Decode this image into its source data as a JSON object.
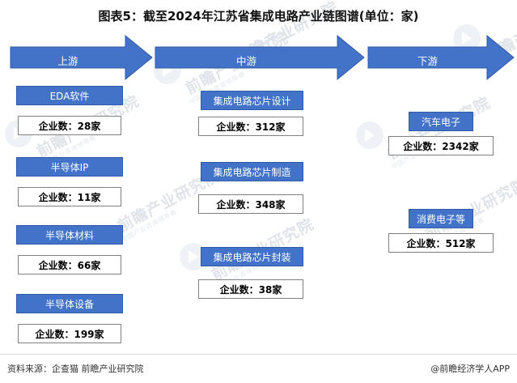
{
  "title": "图表5：截至2024年江苏省集成电路产业链图谱(单位：家)",
  "colors": {
    "arrow_fill": "#4273c8",
    "arrow_stroke": "#2f5ba8",
    "node_fill": "#4273c8",
    "node_border": "#2f5ba8",
    "count_border": "#808080",
    "text_light": "#ffffff",
    "text_dark": "#000000",
    "watermark": "#dfe4ea"
  },
  "stages": [
    {
      "id": "upstream",
      "label": "上游"
    },
    {
      "id": "midstream",
      "label": "中游"
    },
    {
      "id": "downstream",
      "label": "下游"
    }
  ],
  "chart_data": {
    "type": "diagram",
    "title": "图表5：截至2024年江苏省集成电路产业链图谱(单位：家)",
    "unit": "家",
    "stages": [
      "上游",
      "中游",
      "下游"
    ],
    "nodes": [
      {
        "stage": "上游",
        "name": "EDA软件",
        "count_label": "企业数：28家",
        "count": 28
      },
      {
        "stage": "上游",
        "name": "半导体IP",
        "count_label": "企业数：11家",
        "count": 11
      },
      {
        "stage": "上游",
        "name": "半导体材料",
        "count_label": "企业数：66家",
        "count": 66
      },
      {
        "stage": "上游",
        "name": "半导体设备",
        "count_label": "企业数：199家",
        "count": 199
      },
      {
        "stage": "中游",
        "name": "集成电路芯片设计",
        "count_label": "企业数：312家",
        "count": 312
      },
      {
        "stage": "中游",
        "name": "集成电路芯片制造",
        "count_label": "企业数：348家",
        "count": 348
      },
      {
        "stage": "中游",
        "name": "集成电路芯片封装",
        "count_label": "企业数：38家",
        "count": 38
      },
      {
        "stage": "下游",
        "name": "汽车电子",
        "count_label": "企业数：2342家",
        "count": 2342
      },
      {
        "stage": "下游",
        "name": "消费电子等",
        "count_label": "企业数：512家",
        "count": 512
      }
    ]
  },
  "upstream": {
    "nodes": [
      {
        "name": "EDA软件",
        "count_label": "企业数：28家"
      },
      {
        "name": "半导体IP",
        "count_label": "企业数：11家"
      },
      {
        "name": "半导体材料",
        "count_label": "企业数：66家"
      },
      {
        "name": "半导体设备",
        "count_label": "企业数：199家"
      }
    ]
  },
  "midstream": {
    "nodes": [
      {
        "name": "集成电路芯片设计",
        "count_label": "企业数：312家"
      },
      {
        "name": "集成电路芯片制造",
        "count_label": "企业数：348家"
      },
      {
        "name": "集成电路芯片封装",
        "count_label": "企业数：38家"
      }
    ]
  },
  "downstream": {
    "nodes": [
      {
        "name": "汽车电子",
        "count_label": "企业数：2342家"
      },
      {
        "name": "消费电子等",
        "count_label": "企业数：512家"
      }
    ]
  },
  "footer": {
    "source": "资料来源：企查猫 前瞻产业研究院",
    "brand": "@前瞻经济学人APP"
  },
  "watermark": {
    "text": "前瞻产业研究院",
    "sub": "中国产业咨询领导者"
  }
}
